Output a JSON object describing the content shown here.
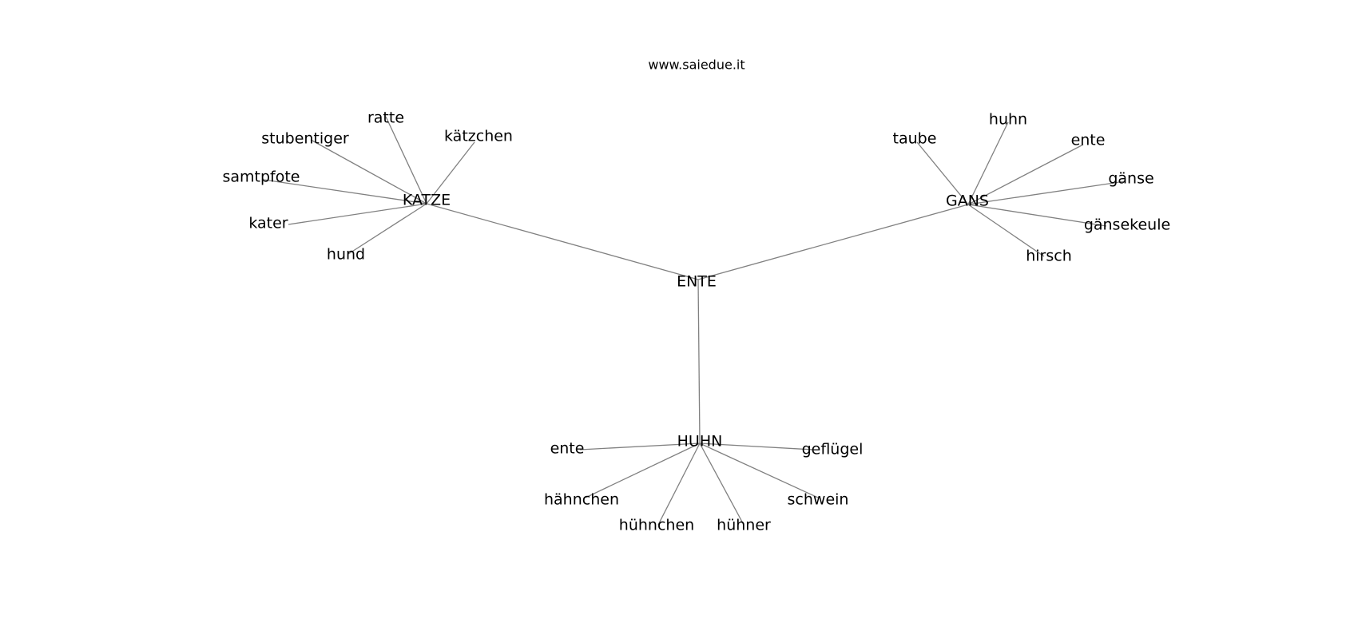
{
  "diagram": {
    "watermark": "www.saiedue.it",
    "root": {
      "id": "ente-root",
      "label": "ENTE"
    },
    "clusters": [
      {
        "id": "katze",
        "label": "KATZE",
        "children": [
          "ratte",
          "kätzchen",
          "stubentiger",
          "samtpfote",
          "kater",
          "hund"
        ]
      },
      {
        "id": "gans",
        "label": "GANS",
        "children": [
          "taube",
          "huhn",
          "ente",
          "gänse",
          "gänsekeule",
          "hirsch"
        ]
      },
      {
        "id": "huhn",
        "label": "HUHN",
        "children": [
          "ente",
          "geflügel",
          "hähnchen",
          "schwein",
          "hühnchen",
          "hühner"
        ]
      }
    ],
    "colors": {
      "edge": "#808080",
      "text": "#000000",
      "background": "#ffffff"
    }
  }
}
